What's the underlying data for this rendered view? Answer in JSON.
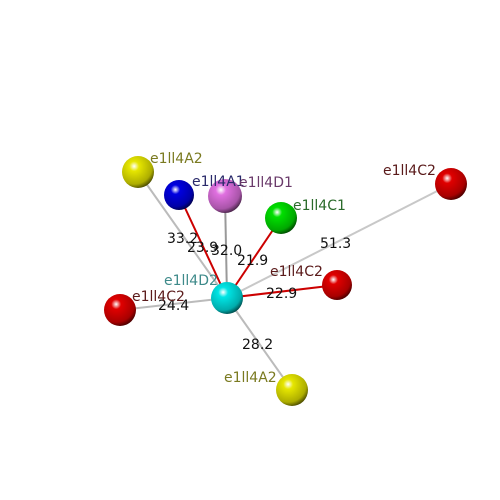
{
  "atoms": [
    {
      "id": "center",
      "label": "e1ll4D2",
      "color": "#00e5e5",
      "label_color": "#3e8a8a"
    },
    {
      "id": "yellow-top",
      "label": "e1ll4A2",
      "color": "#e6e600",
      "label_color": "#7a7a20"
    },
    {
      "id": "blue",
      "label": "e1ll4A1",
      "color": "#0000e0",
      "label_color": "#2a2a6a"
    },
    {
      "id": "violet",
      "label": "e1ll4D1",
      "color": "#e070e0",
      "label_color": "#6a3a6a"
    },
    {
      "id": "green",
      "label": "e1ll4C1",
      "color": "#00e000",
      "label_color": "#2a6a2a"
    },
    {
      "id": "red-far",
      "label": "e1ll4C2",
      "color": "#e00000",
      "label_color": "#5a1a1a"
    },
    {
      "id": "red-mid",
      "label": "e1ll4C2",
      "color": "#e00000",
      "label_color": "#5a1a1a"
    },
    {
      "id": "red-left",
      "label": "e1ll4C2",
      "color": "#e00000",
      "label_color": "#5a1a1a"
    },
    {
      "id": "yellow-bottom",
      "label": "e1ll4A2",
      "color": "#e6e600",
      "label_color": "#7a7a20"
    }
  ],
  "bonds": [
    {
      "from": "yellow-top",
      "distance": "33.2",
      "color": "#bbbbbb"
    },
    {
      "from": "blue",
      "distance": "23.9",
      "color": "#cc0000"
    },
    {
      "from": "violet",
      "distance": "32.0",
      "color": "#999999"
    },
    {
      "from": "green",
      "distance": "21.9",
      "color": "#cc0000"
    },
    {
      "from": "red-far",
      "distance": "51.3",
      "color": "#c8c8c8"
    },
    {
      "from": "red-mid",
      "distance": "22.9",
      "color": "#cc0000"
    },
    {
      "from": "red-left",
      "distance": "24.4",
      "color": "#bbbbbb"
    },
    {
      "from": "yellow-bottom",
      "distance": "28.2",
      "color": "#bbbbbb"
    }
  ]
}
